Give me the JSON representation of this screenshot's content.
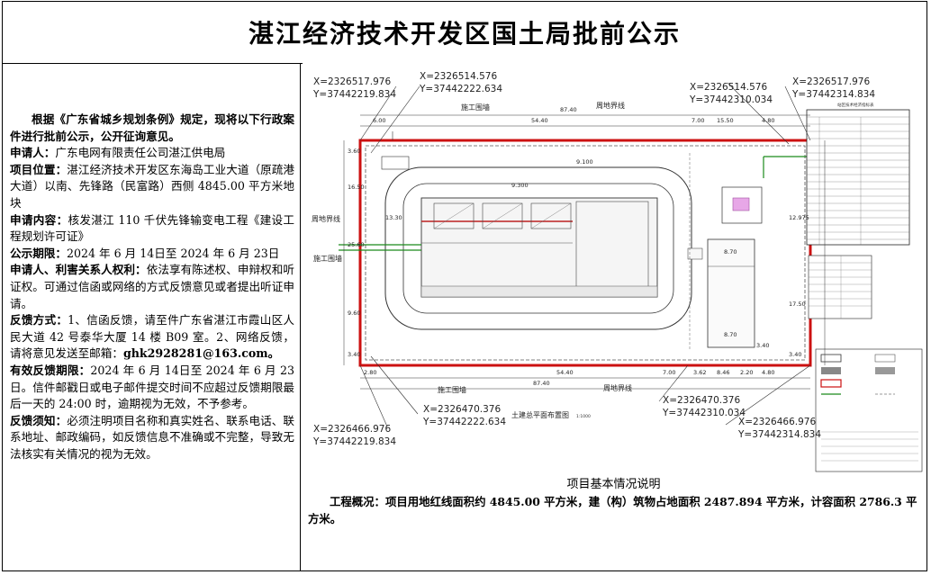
{
  "title": "湛江经济技术开发区国土局批前公示",
  "notice": {
    "intro": "根据《广东省城乡规划条例》规定，现将以下行政案件进行批前公示，公开征询意见。",
    "applicant_label": "申请人：",
    "applicant": "广东电网有限责任公司湛江供电局",
    "location_label": "项目位置：",
    "location": "湛江经济技术开发区东海岛工业大道（原疏港大道）以南、先锋路（民富路）西侧 4845.00 平方米地块",
    "content_label": "申请内容：",
    "content": "核发湛江 110 千伏先锋输变电工程《建设工程规划许可证》",
    "period_label": "公示期限：",
    "period": "2024 年 6 月 14日至 2024 年 6 月 23日",
    "rights_label": "申请人、利害关系人权利：",
    "rights": "依法享有陈述权、申辩权和听证权。可通过信函或网络的方式反馈意见或者提出听证申请。",
    "feedback_label": "反馈方式：",
    "feedback": "1、信函反馈，请至件广东省湛江市霞山区人民大道 42 号泰华大厦 14 楼 B09 室。2、网络反馈，请将意见发送至邮箱：",
    "feedback_email": "ghk2928281@163.com。",
    "deadline_label": "有效反馈期限：",
    "deadline": "2024 年 6 月 14日至 2024 年 6 月 23 日。信件邮戳日或电子邮件提交时间不应超过反馈期限最后一天的 24:00 时，逾期视为无效，不予参考。",
    "notes_label": "反馈须知：",
    "notes": "必须注明项目名称和真实姓名、联系电话、联系地址、邮政编码，如反馈信息不准确或不完整，导致无法核实有关情况的视为无效。"
  },
  "plan": {
    "coords": [
      "X=2326517.976",
      "Y=37442219.834",
      "X=2326514.576",
      "Y=37442222.634",
      "X=2326514.576",
      "Y=37442310.034",
      "X=2326517.976",
      "Y=37442314.834",
      "X=2326470.376",
      "Y=37442222.634",
      "X=2326470.376",
      "Y=37442310.034",
      "X=2326466.976",
      "Y=37442219.834",
      "X=2326466.976",
      "Y=37442314.834"
    ],
    "labels": {
      "top_wall": "施工围墙",
      "top_road": "周地界线",
      "left_road": "周地界线",
      "left_wall": "施工围墙",
      "bottom_wall": "施工围墙",
      "bottom_road": "周地界线",
      "plan_title": "土建总平面布置图",
      "scale": "1:1000",
      "table_title": "站区技术经济指标表"
    },
    "dims_top": [
      "6.00",
      "54.40",
      "87.40",
      "7.00",
      "15.50",
      "4.80"
    ],
    "dims_bottom": [
      "2.80",
      "54.40",
      "87.40",
      "7.00",
      "3.62",
      "8.46",
      "2.20",
      "4.80"
    ],
    "dims_left": [
      "3.60",
      "16.50",
      "25.60",
      "9.60",
      "13.30",
      "3.40"
    ],
    "dims_right": [
      "12.975",
      "17.50",
      "3.40",
      "8.70"
    ],
    "inner_dims": [
      "9.100",
      "9.300",
      "8.70",
      "3.40"
    ]
  },
  "caption": "项目基本情况说明",
  "summary": {
    "label": "工程概况：",
    "text": "项目用地红线面积约 4845.00 平方米，建（构）筑物占地面积 2487.894 平方米，计容面积 2786.3 平方米。"
  }
}
